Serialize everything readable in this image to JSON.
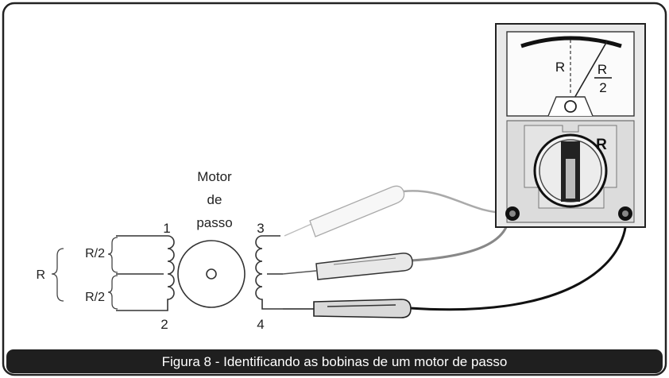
{
  "motor_label": [
    "Motor",
    "de",
    "passo"
  ],
  "coil_terminals": [
    "1",
    "2",
    "3",
    "4"
  ],
  "winding_labels": {
    "total": "R",
    "half_upper": "R/2",
    "half_lower": "R/2"
  },
  "meter": {
    "scale_left_label": "R",
    "scale_fraction_numerator": "R",
    "scale_fraction_denominator": "2",
    "selector_label": "R"
  },
  "caption": "Figura 8 - Identificando as bobinas de um motor de passo"
}
